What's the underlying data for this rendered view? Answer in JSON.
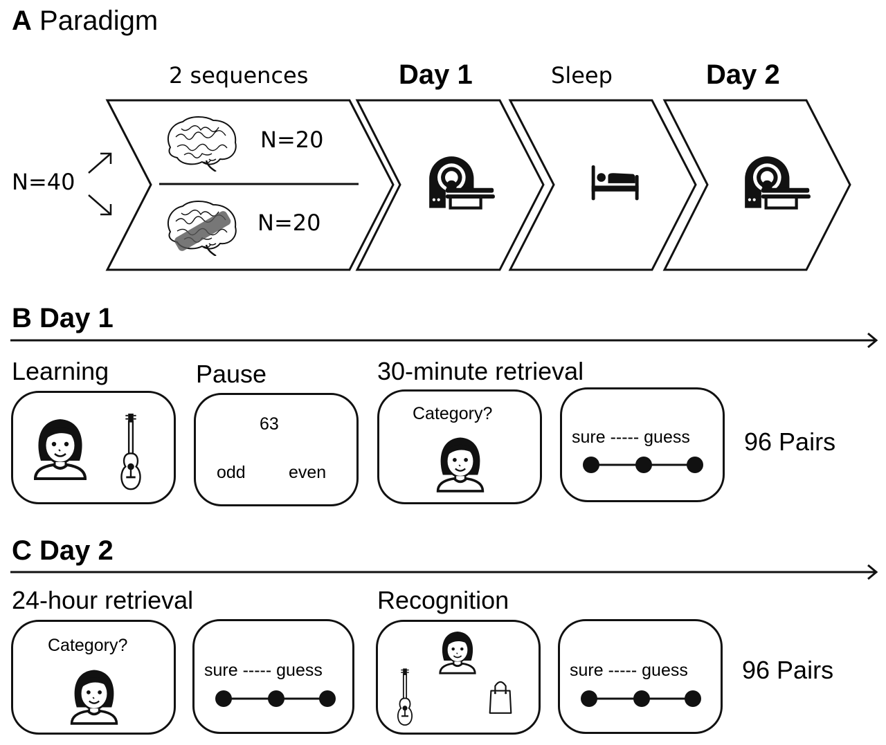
{
  "panelA": {
    "letter": "A",
    "title": "Paradigm",
    "total_n": "N=40",
    "stages": [
      {
        "label": "2 sequences",
        "bold": false
      },
      {
        "label": "Day 1",
        "bold": true
      },
      {
        "label": "Sleep",
        "bold": false
      },
      {
        "label": "Day 2",
        "bold": true
      }
    ],
    "groups": [
      {
        "n": "N=20",
        "icon": "brain-icon"
      },
      {
        "n": "N=20",
        "icon": "brain-with-bandage-icon"
      }
    ],
    "stage_icons": [
      "mri-scanner-icon",
      "bed-icon",
      "mri-scanner-icon"
    ]
  },
  "panelB": {
    "letter": "B",
    "title": "Day 1",
    "steps": [
      {
        "label": "Learning"
      },
      {
        "label": "Pause",
        "number": "63",
        "options": [
          "odd",
          "even"
        ]
      },
      {
        "label": "30-minute retrieval",
        "prompt": "Category?",
        "scale": "sure ----- guess"
      }
    ],
    "pairs": "96 Pairs"
  },
  "panelC": {
    "letter": "C",
    "title": "Day 2",
    "steps": [
      {
        "label": "24-hour retrieval",
        "prompt": "Category?",
        "scale": "sure ----- guess"
      },
      {
        "label": "Recognition",
        "scale": "sure ----- guess"
      }
    ],
    "pairs": "96 Pairs"
  }
}
